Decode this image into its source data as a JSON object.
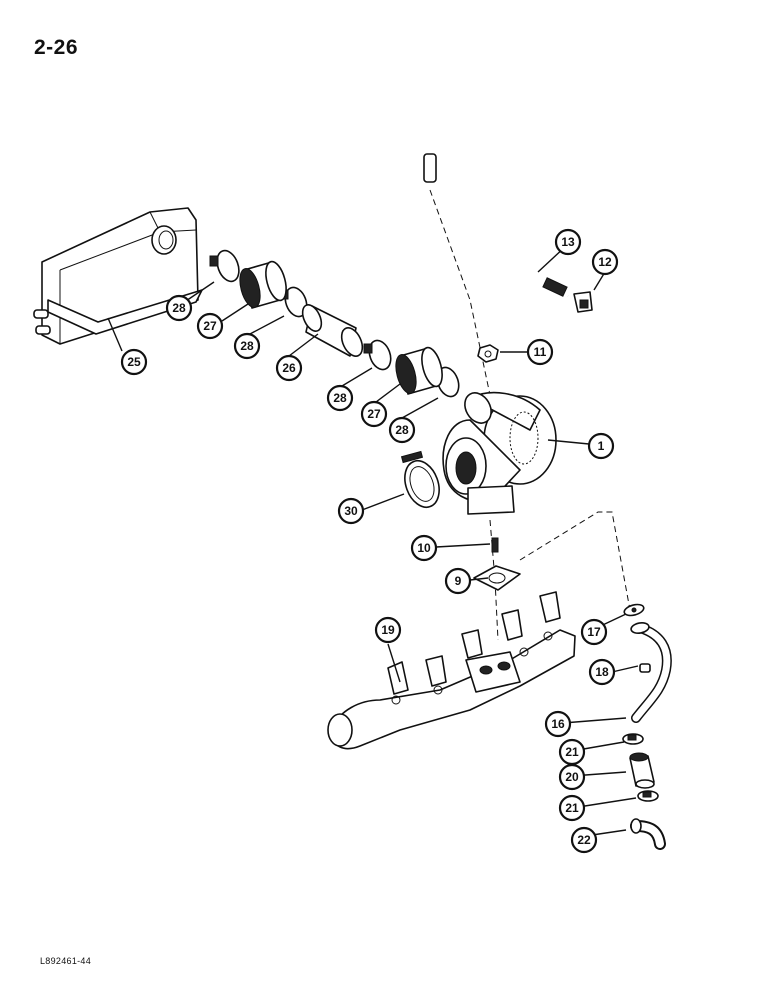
{
  "page": {
    "number": "2-26",
    "figure_code": "L892461-44"
  },
  "callouts": [
    {
      "id": "c1",
      "label": "1"
    },
    {
      "id": "c9",
      "label": "9"
    },
    {
      "id": "c10",
      "label": "10"
    },
    {
      "id": "c11",
      "label": "11"
    },
    {
      "id": "c12",
      "label": "12"
    },
    {
      "id": "c13",
      "label": "13"
    },
    {
      "id": "c16",
      "label": "16"
    },
    {
      "id": "c17",
      "label": "17"
    },
    {
      "id": "c18",
      "label": "18"
    },
    {
      "id": "c19",
      "label": "19"
    },
    {
      "id": "c20",
      "label": "20"
    },
    {
      "id": "c21a",
      "label": "21"
    },
    {
      "id": "c21b",
      "label": "21"
    },
    {
      "id": "c22",
      "label": "22"
    },
    {
      "id": "c25",
      "label": "25"
    },
    {
      "id": "c26",
      "label": "26"
    },
    {
      "id": "c27a",
      "label": "27"
    },
    {
      "id": "c27b",
      "label": "27"
    },
    {
      "id": "c28a",
      "label": "28"
    },
    {
      "id": "c28b",
      "label": "28"
    },
    {
      "id": "c28c",
      "label": "28"
    },
    {
      "id": "c28d",
      "label": "28"
    },
    {
      "id": "c30",
      "label": "30"
    }
  ]
}
